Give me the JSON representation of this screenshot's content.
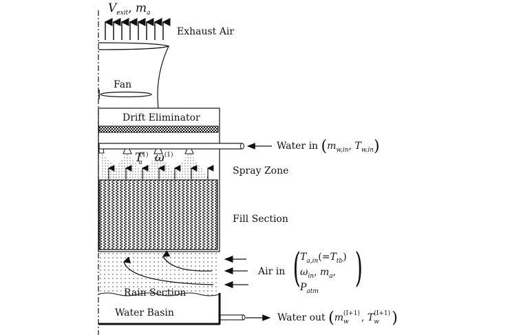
{
  "diagram": {
    "title": "Counterflow cooling tower schematic",
    "labels": {
      "exhaust_velocity": "V",
      "exhaust_velocity_sub": "exit",
      "exhaust_mass": "m",
      "exhaust_mass_sub": "a",
      "exhaust_air": "Exhaust Air",
      "fan": "Fan",
      "drift_eliminator": "Drift Eliminator",
      "water_in": "Water in",
      "water_in_m": "m",
      "water_in_m_sub": "w,in",
      "water_in_t": "T",
      "water_in_t_sub": "w,in",
      "spray_T": "T",
      "spray_T_sub": "a",
      "spray_T_sup": "(1)",
      "spray_omega": "ω",
      "spray_omega_sup": "(1)",
      "spray_zone": "Spray Zone",
      "fill_section": "Fill Section",
      "air_in": "Air in",
      "air_in_line1_T": "T",
      "air_in_line1_T_sub": "a,in",
      "air_in_line1_eq": "(=",
      "air_in_line1_Ttb": "T",
      "air_in_line1_Ttb_sub": "tb",
      "air_in_line1_close": ")",
      "air_in_line2_omega": "ω",
      "air_in_line2_omega_sub": "in",
      "air_in_line2_m": "m",
      "air_in_line2_m_sub": "a",
      "air_in_line3_P": "P",
      "air_in_line3_P_sub": "atm",
      "rain_section": "Rain Section",
      "water_basin": "Water Basin",
      "water_out": "Water out",
      "water_out_m": "m",
      "water_out_m_sub": "w",
      "water_out_m_sup": "(I+1)",
      "water_out_t": "T",
      "water_out_t_sub": "w",
      "water_out_t_sup": "(I+1)"
    },
    "colors": {
      "stroke": "#111111",
      "background": "#ffffff"
    }
  }
}
